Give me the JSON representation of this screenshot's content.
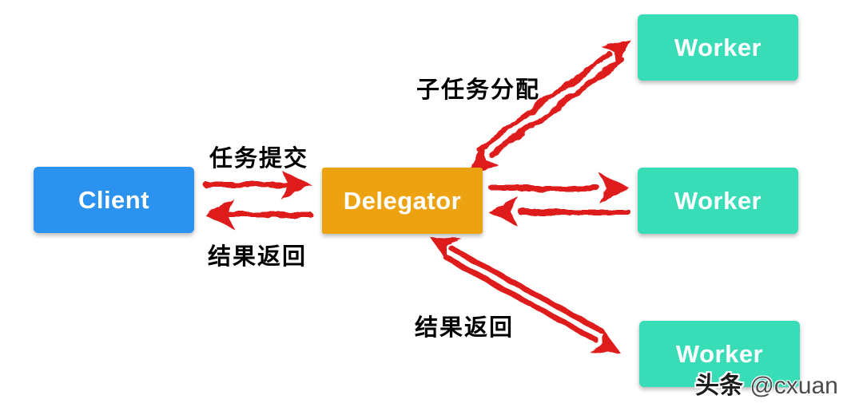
{
  "nodes": {
    "client": {
      "label": "Client",
      "color": "#2B92EF"
    },
    "delegator": {
      "label": "Delegator",
      "color": "#EDA211"
    },
    "worker_top": {
      "label": "Worker",
      "color": "#38DDB8"
    },
    "worker_middle": {
      "label": "Worker",
      "color": "#38DDB8"
    },
    "worker_bottom": {
      "label": "Worker",
      "color": "#38DDB8"
    }
  },
  "edge_labels": {
    "task_submit": "任务提交",
    "result_return_left": "结果返回",
    "subtask_assign": "子任务分配",
    "result_return_bottom": "结果返回"
  },
  "watermark": {
    "brand": "头条",
    "handle": "@cxuan"
  },
  "colors": {
    "arrow": "#DF1D1D",
    "background": "#FFFFFF",
    "label_text": "#000000",
    "node_text": "#FFFFFF"
  }
}
